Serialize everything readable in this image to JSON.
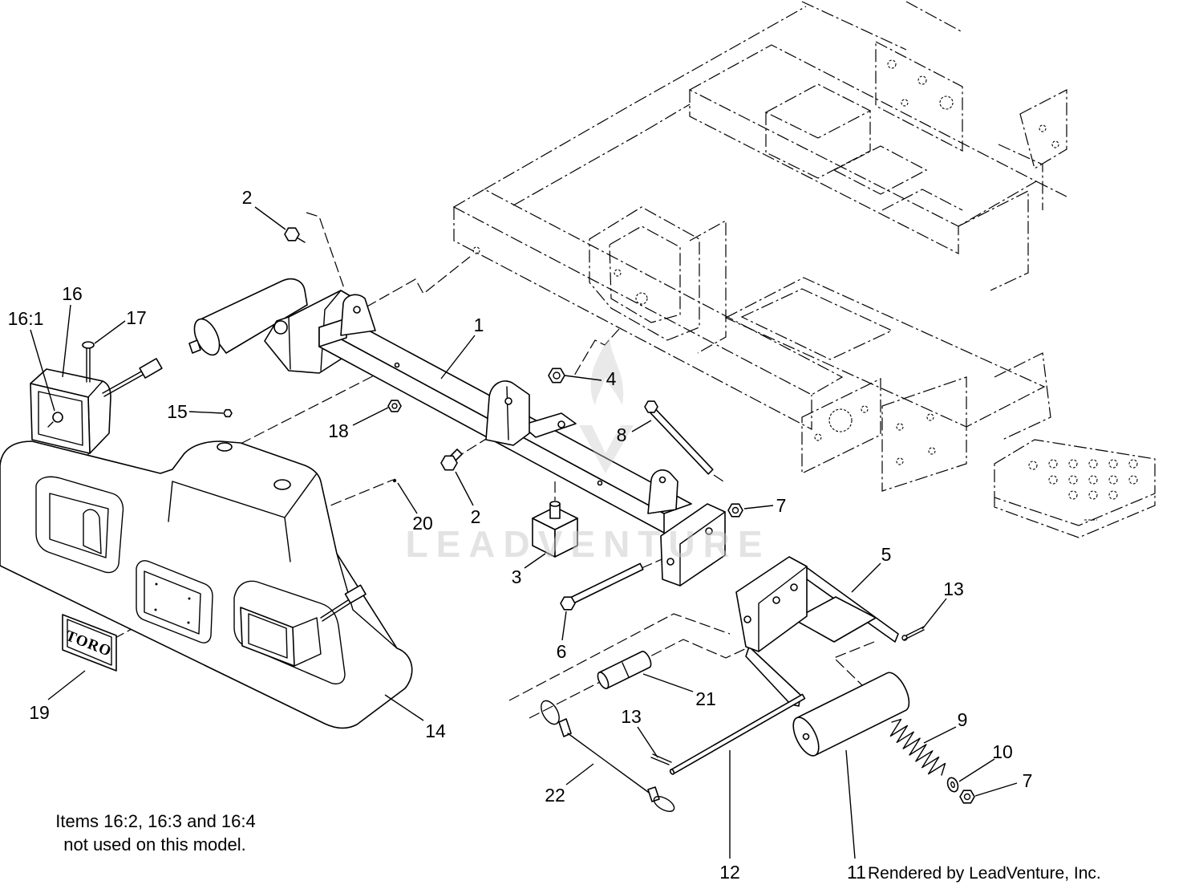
{
  "callouts": [
    "2",
    "16",
    "16:1",
    "17",
    "1",
    "4",
    "15",
    "18",
    "8",
    "2",
    "20",
    "7",
    "3",
    "5",
    "13",
    "6",
    "19",
    "14",
    "21",
    "13",
    "9",
    "10",
    "7",
    "22",
    "12",
    "11"
  ],
  "note": {
    "line1": "Items 16:2, 16:3 and 16:4",
    "line2": "not used on this model."
  },
  "credit": "Rendered by LeadVenture, Inc.",
  "watermark": "LEADVENTURE",
  "emblem": "TORO",
  "colors": {
    "line": "#000000",
    "background": "#ffffff",
    "watermark": "#c8c8c8"
  }
}
